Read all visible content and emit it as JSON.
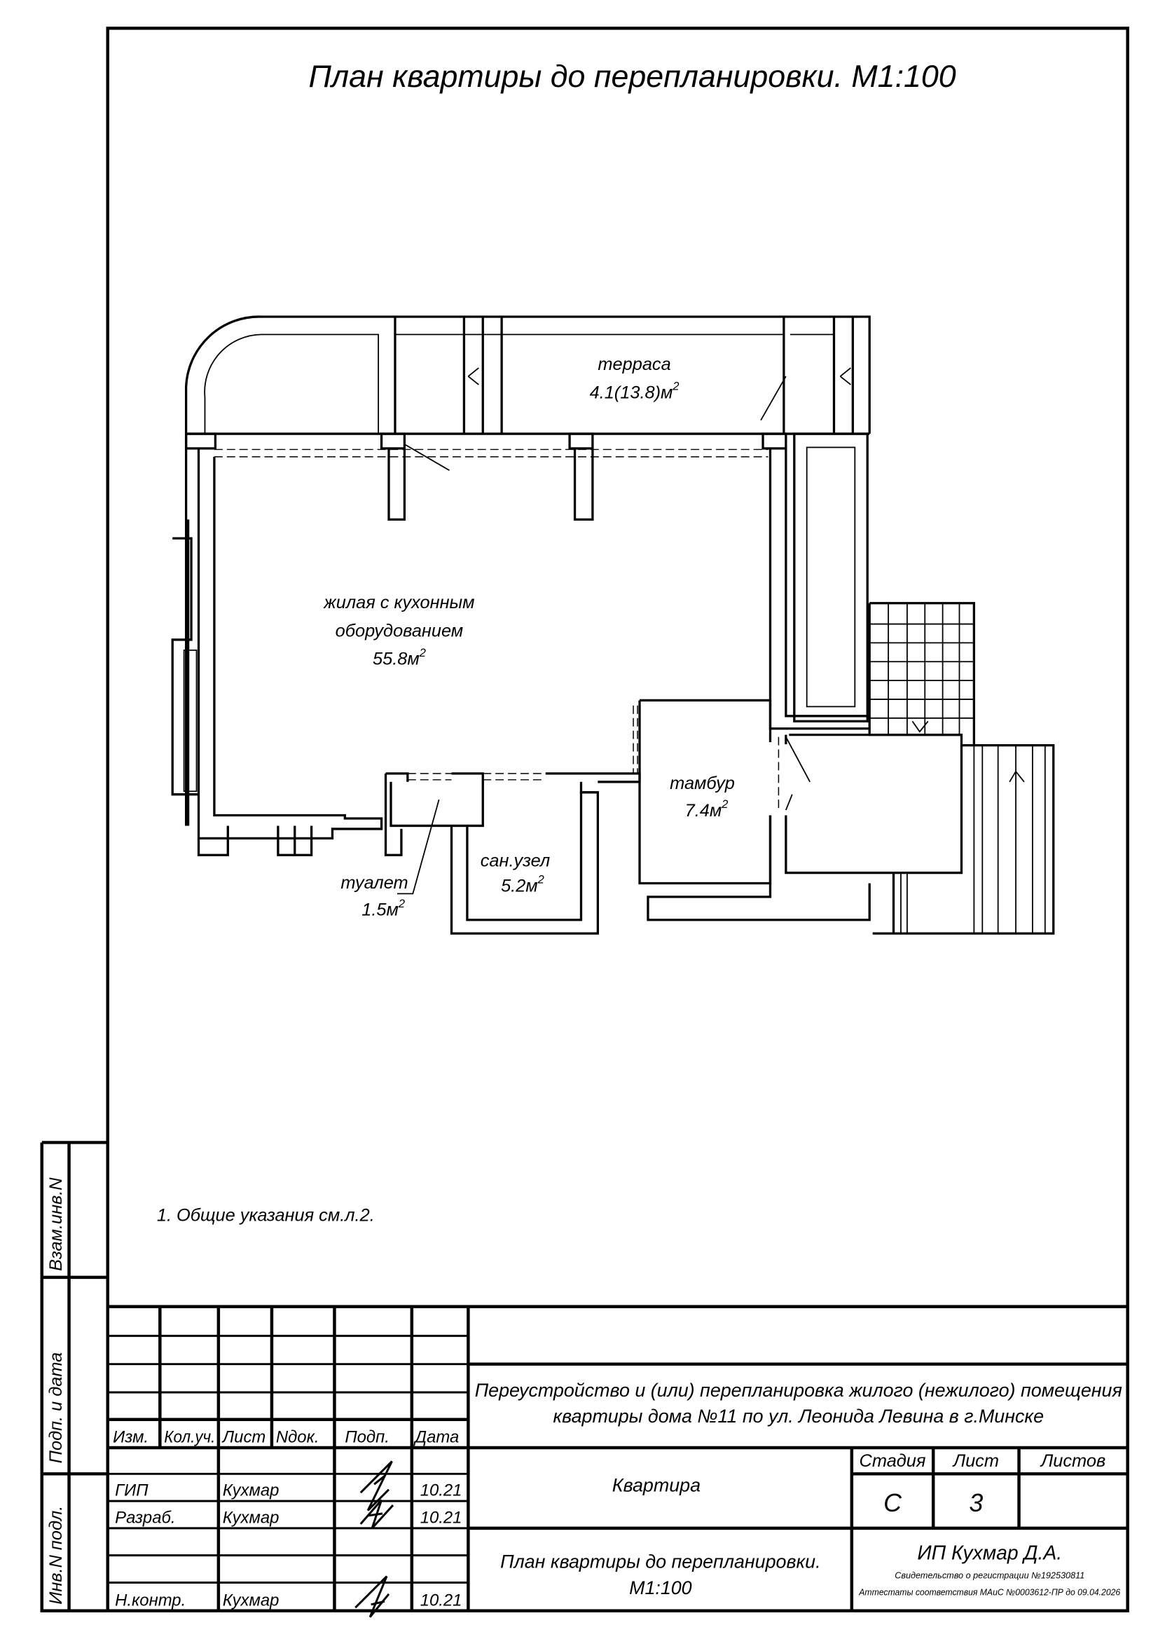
{
  "sheet_title": "План квартиры до перепланировки. М1:100",
  "rooms": {
    "terrace": {
      "name": "терраса",
      "area": "4.1(13.8)м",
      "sup": "2"
    },
    "living": {
      "name1": "жилая с кухонным",
      "name2": "оборудованием",
      "area": "55.8м",
      "sup": "2"
    },
    "vestibule": {
      "name": "тамбур",
      "area": "7.4м",
      "sup": "2"
    },
    "bathroom": {
      "name": "сан.узел",
      "area": "5.2м",
      "sup": "2"
    },
    "toilet": {
      "name": "туалет",
      "area": "1.5м",
      "sup": "2"
    }
  },
  "notes": "1.  Общие указания см.л.2.",
  "side_stamp": {
    "vzam": "Взам.инв.N",
    "podp": "Подп. и дата",
    "inv": "Инв.N подл."
  },
  "title_block": {
    "headers": [
      "Изм.",
      "Кол.уч.",
      "Лист",
      "Nдок.",
      "Подп.",
      "Дата"
    ],
    "rows": [
      {
        "role": "ГИП",
        "name": "Кухмар",
        "date": "10.21"
      },
      {
        "role": "Разраб.",
        "name": "Кухмар",
        "date": "10.21"
      },
      {
        "role": "Н.контр.",
        "name": "Кухмар",
        "date": "10.21"
      }
    ],
    "project_line1": "Переустройство и (или) перепланировка жилого (нежилого) помещения",
    "project_line2": "квартиры дома  №11 по ул. Леонида Левина в г.Минске",
    "object": "Квартира",
    "stage_label": "Стадия",
    "sheet_label": "Лист",
    "sheets_label": "Листов",
    "stage": "С",
    "sheet": "3",
    "sheets": "",
    "drawing_line1": "План квартиры до перепланировки.",
    "drawing_line2": "М1:100",
    "company": "ИП Кухмар Д.А.",
    "cert1": "Свидетельство о регистрации №192530811",
    "cert2": "Аттестаты соответствия МАиС №0003612-ПР до  09.04.2026"
  }
}
